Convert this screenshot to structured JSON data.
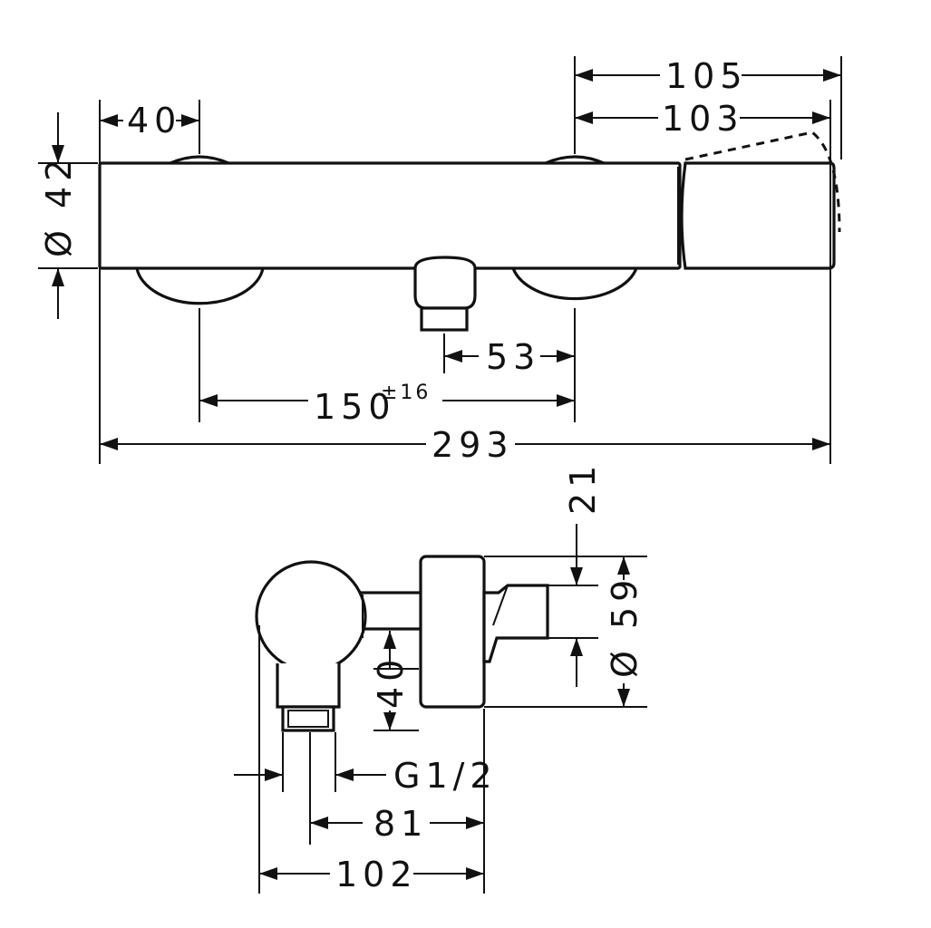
{
  "front_view": {
    "dim_40": "40",
    "dim_42": "Ø 42",
    "dim_105": "105",
    "dim_103": "103",
    "dim_53": "53",
    "dim_150": "150",
    "dim_150_tolerance": "±16",
    "dim_293": "293"
  },
  "side_view": {
    "dim_21": "21",
    "dim_59": "Ø 59",
    "dim_40": "40",
    "dim_thread": "G1/2",
    "dim_81": "81",
    "dim_102": "102"
  }
}
